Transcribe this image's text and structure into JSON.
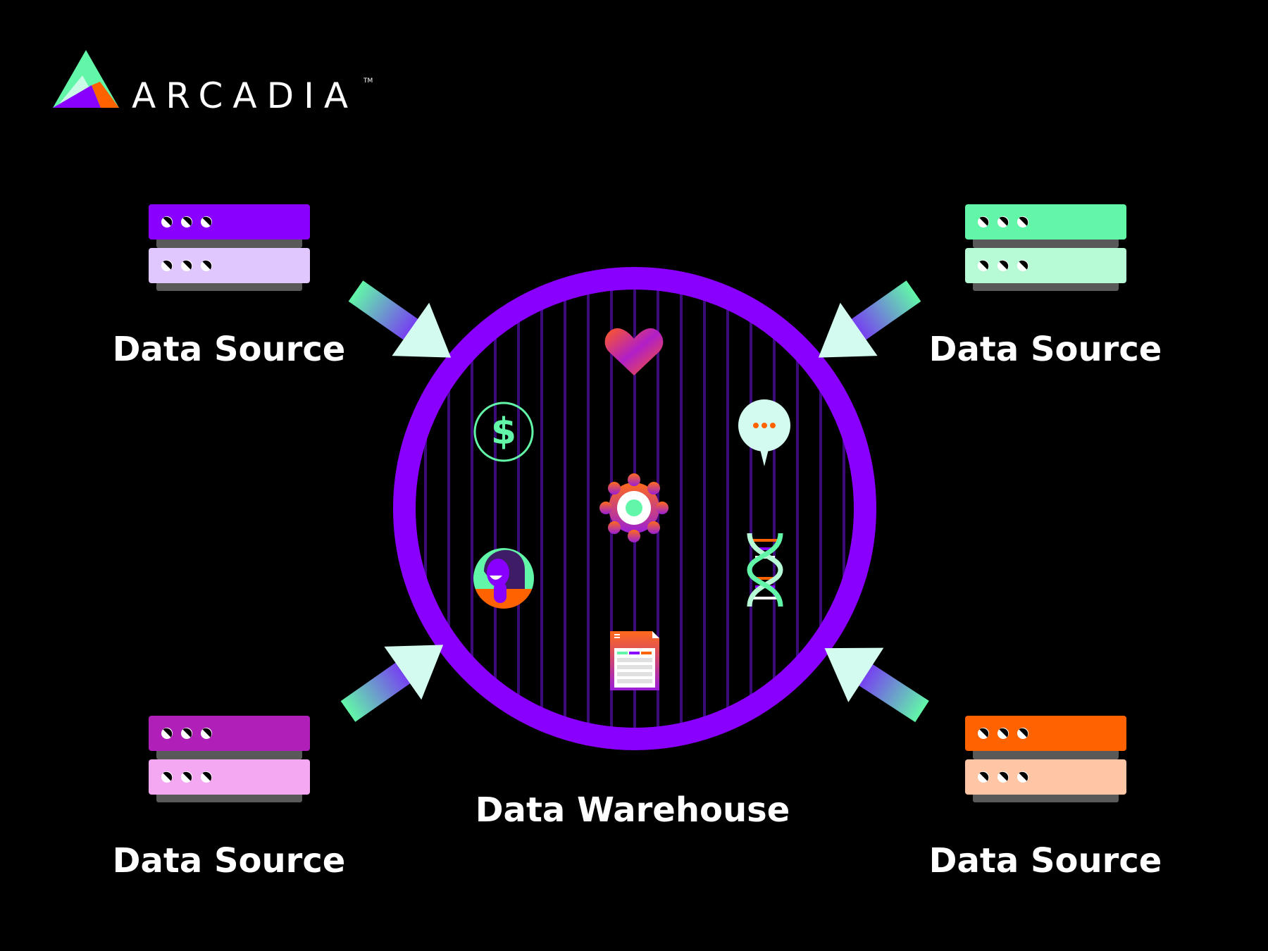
{
  "logo": {
    "text": "ARCADIA",
    "trademark": "TM"
  },
  "colors": {
    "ring": "#8a00ff",
    "stripe": "#3c0b7a",
    "arrow_start": "#62f7a8",
    "arrow_end": "#7a1cff",
    "arrow_head": "#d4fbef",
    "shadow_bar": "#595959"
  },
  "sources": [
    {
      "label": "Data Source",
      "top_color": "#8a00ff",
      "bottom_color": "#e0c8ff"
    },
    {
      "label": "Data Source",
      "top_color": "#62f7a8",
      "bottom_color": "#b6fbd5"
    },
    {
      "label": "Data Source",
      "top_color": "#b020b8",
      "bottom_color": "#f4a8f2"
    },
    {
      "label": "Data Source",
      "top_color": "#ff6200",
      "bottom_color": "#ffc6a6"
    }
  ],
  "warehouse": {
    "label": "Data Warehouse",
    "icons": [
      "heart-icon",
      "dollar-icon",
      "chat-bubble-icon",
      "gear-icon",
      "person-avatar-icon",
      "dna-icon",
      "spreadsheet-document-icon"
    ]
  }
}
